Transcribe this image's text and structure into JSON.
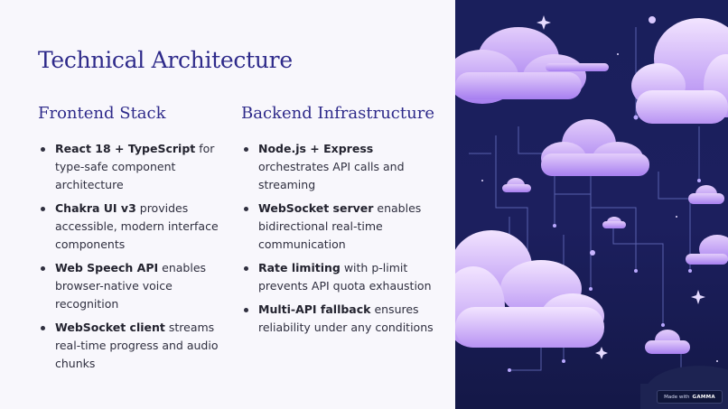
{
  "slide": {
    "title": "Technical Architecture",
    "frontend": {
      "heading": "Frontend Stack",
      "items": [
        {
          "bold": "React 18 + TypeScript",
          "text": " for type-safe component architecture"
        },
        {
          "bold": "Chakra UI v3",
          "text": " provides accessible, modern interface components"
        },
        {
          "bold": "Web Speech API",
          "text": " enables browser-native voice recognition"
        },
        {
          "bold": "WebSocket client",
          "text": " streams real-time progress and audio chunks"
        }
      ]
    },
    "backend": {
      "heading": "Backend Infrastructure",
      "items": [
        {
          "bold": "Node.js + Express",
          "text": " orchestrates API calls and streaming"
        },
        {
          "bold": "WebSocket server",
          "text": " enables bidirectional real-time communication"
        },
        {
          "bold": "Rate limiting",
          "text": " with p-limit prevents API quota exhaustion"
        },
        {
          "bold": "Multi-API fallback",
          "text": " ensures reliability under any conditions"
        }
      ]
    }
  },
  "badge": {
    "prefix": "Made with",
    "brand": "GAMMA"
  },
  "colors": {
    "heading": "#2e2a8a",
    "body_text": "#2f2f3f",
    "art_background": "#1a1f5c",
    "cloud": "#c9a6f5"
  }
}
